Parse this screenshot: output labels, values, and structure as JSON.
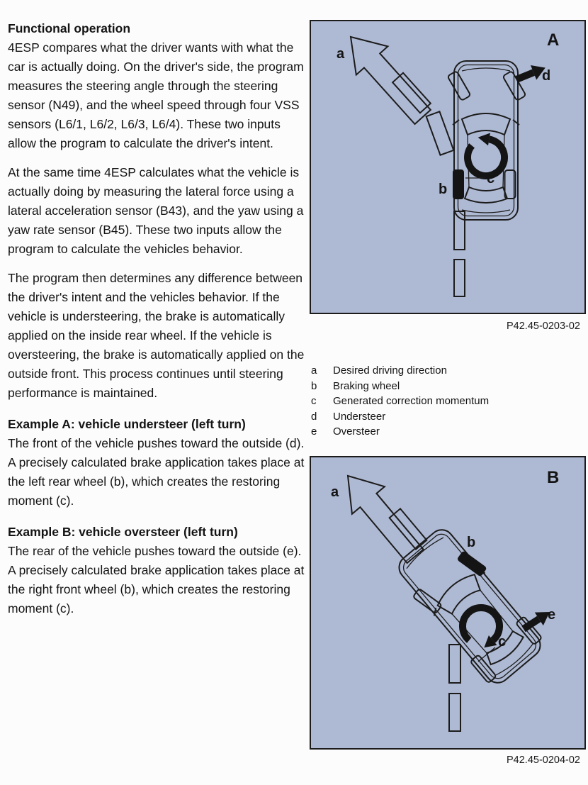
{
  "article": {
    "heading": "Functional operation",
    "paragraphs": [
      "4ESP compares what the driver wants with what the car is actually doing.  On the driver's side, the program measures the steering angle through the steering sensor (N49), and the wheel speed through four VSS sensors (L6/1, L6/2, L6/3, L6/4).  These two inputs allow the program to calculate the driver's intent.",
      "At the same time 4ESP calculates what the vehicle is actually doing by measuring the lateral force using a lateral acceleration sensor (B43), and the yaw using a yaw rate sensor (B45).  These two inputs allow the program to calculate the vehicles behavior.",
      "The program then determines any difference between the driver's intent and the vehicles behavior.  If the vehicle is understeering, the brake is automatically applied on the inside rear wheel.  If the vehicle is oversteering, the brake is automatically applied on the outside front. This process continues until steering performance is maintained."
    ],
    "examples": [
      {
        "heading": "Example A: vehicle understeer (left turn)",
        "body": "The front of the vehicle pushes toward the outside (d).  A precisely calculated brake application takes place at the left rear wheel (b), which creates the restoring moment (c)."
      },
      {
        "heading": "Example B: vehicle oversteer (left turn)",
        "body": "The rear of the vehicle pushes toward the outside (e).  A precisely calculated brake application takes place at the right front wheel (b), which creates the restoring moment (c)."
      }
    ]
  },
  "figure_a": {
    "panel_label": "A",
    "caption": "P42.45-0203-02",
    "labels": {
      "a": "a",
      "b": "b",
      "c": "c",
      "d": "d"
    }
  },
  "figure_b": {
    "panel_label": "B",
    "caption": "P42.45-0204-02",
    "labels": {
      "a": "a",
      "b": "b",
      "c": "c",
      "e": "e"
    }
  },
  "legend": {
    "items": [
      {
        "key": "a",
        "label": "Desired driving direction"
      },
      {
        "key": "b",
        "label": "Braking wheel"
      },
      {
        "key": "c",
        "label": "Generated correction momentum"
      },
      {
        "key": "d",
        "label": "Understeer"
      },
      {
        "key": "e",
        "label": "Oversteer"
      }
    ]
  },
  "colors": {
    "figure_background": "#aeb9d3",
    "ink": "#141414"
  }
}
